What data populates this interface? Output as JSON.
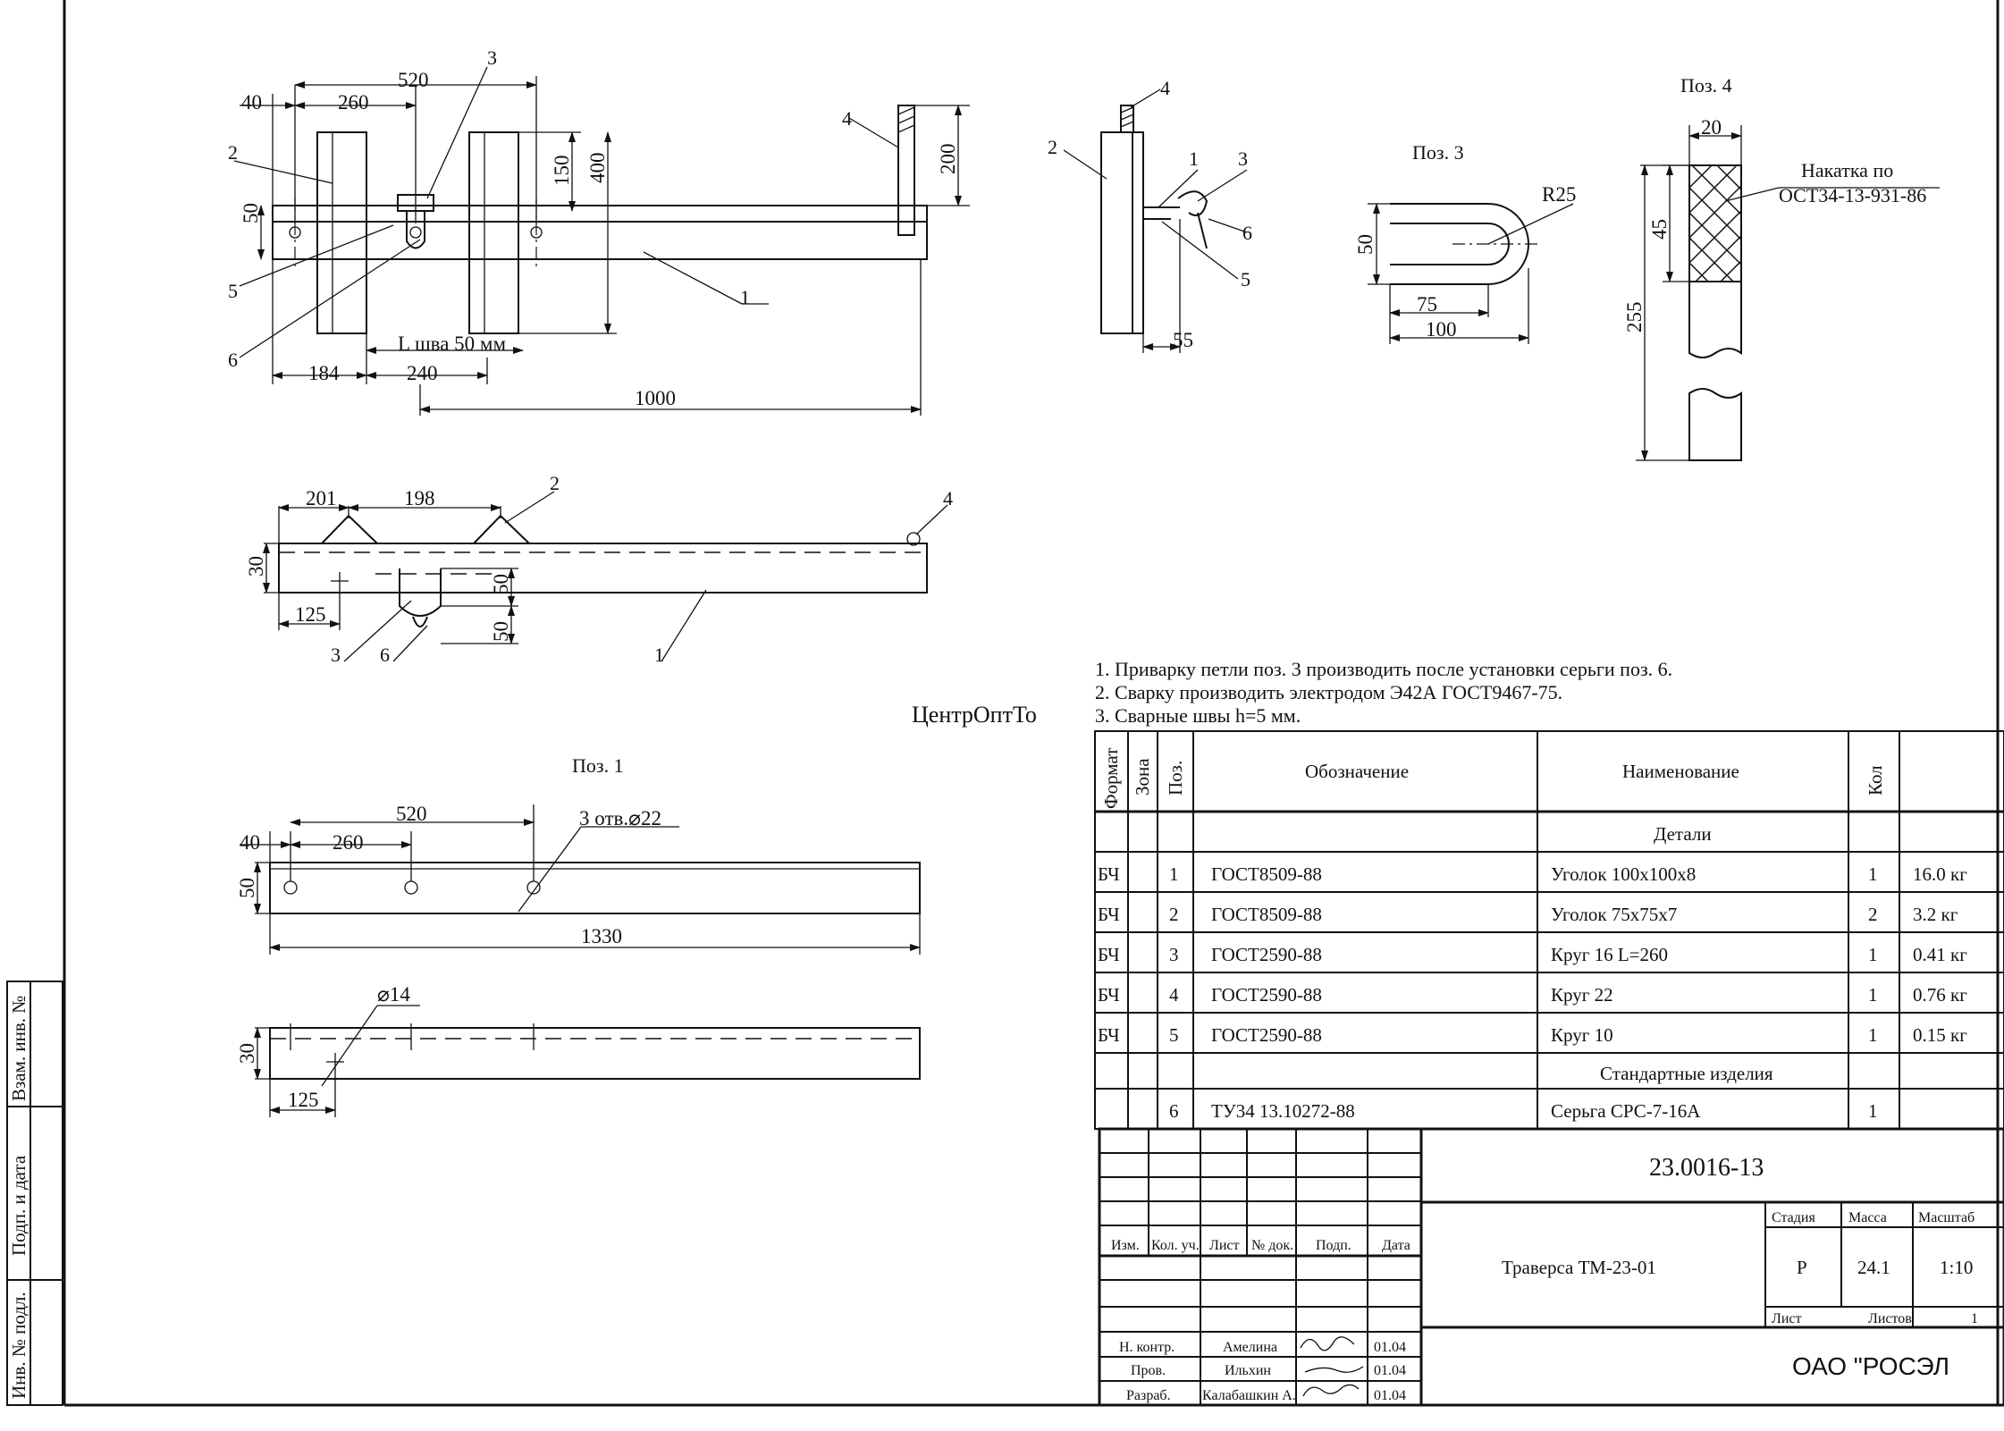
{
  "drawing": {
    "top_view": {
      "dims": {
        "d40": "40",
        "d260": "260",
        "d520": "520",
        "d50": "50",
        "d150": "150",
        "d400": "400",
        "d200": "200",
        "d184": "184",
        "d240": "240",
        "d1000": "1000",
        "weld_len": "L шва 50 мм"
      },
      "labels": {
        "p1": "1",
        "p2": "2",
        "p3": "3",
        "p4": "4",
        "p5": "5",
        "p6": "6"
      }
    },
    "side_view": {
      "labels": {
        "p1": "1",
        "p2": "2",
        "p3": "3",
        "p4": "4",
        "p5": "5",
        "p6": "6"
      },
      "dims": {
        "d55": "55"
      }
    },
    "pos3": {
      "title": "Поз. 3",
      "dims": {
        "r25": "R25",
        "d50": "50",
        "d75": "75",
        "d100": "100"
      }
    },
    "pos4": {
      "title": "Поз. 4",
      "dims": {
        "d20": "20",
        "d45": "45",
        "d255": "255"
      },
      "knurl_note_1": "Накатка по",
      "knurl_note_2": "ОСТ34-13-931-86"
    },
    "front_view": {
      "dims": {
        "d201": "201",
        "d198": "198",
        "d30": "30",
        "d125": "125",
        "d50a": "50",
        "d50b": "50"
      },
      "labels": {
        "p1": "1",
        "p2": "2",
        "p3": "3",
        "p4": "4",
        "p6": "6"
      }
    },
    "pos1": {
      "title": "Поз. 1",
      "dims": {
        "d40": "40",
        "d260": "260",
        "d520": "520",
        "d50": "50",
        "d1330": "1330",
        "holes": "3 отв.⌀22",
        "d14": "⌀14",
        "d30": "30",
        "d125": "125"
      }
    }
  },
  "notes": [
    "1. Приварку петли поз. 3 производить после установки серьги поз. 6.",
    "2. Сварку производить электродом Э42А ГОСТ9467-75.",
    "3. Сварные швы h=5 мм."
  ],
  "watermark": "ЦентрОптТо",
  "spec_table": {
    "headers": {
      "format": "Формат",
      "zone": "Зона",
      "pos": "Поз.",
      "designation": "Обозначение",
      "name": "Наименование",
      "qty": "Кол"
    },
    "section_details": "Детали",
    "section_standard": "Стандартные изделия",
    "rows": [
      {
        "format": "БЧ",
        "pos": "1",
        "designation": "ГОСТ8509-88",
        "name": "Уголок 100х100х8",
        "qty": "1",
        "note": "16.0 кг"
      },
      {
        "format": "БЧ",
        "pos": "2",
        "designation": "ГОСТ8509-88",
        "name": "Уголок 75х75х7",
        "qty": "2",
        "note": "3.2 кг"
      },
      {
        "format": "БЧ",
        "pos": "3",
        "designation": "ГОСТ2590-88",
        "name": "Круг 16 L=260",
        "qty": "1",
        "note": "0.41 кг"
      },
      {
        "format": "БЧ",
        "pos": "4",
        "designation": "ГОСТ2590-88",
        "name": "Круг 22",
        "qty": "1",
        "note": "0.76 кг"
      },
      {
        "format": "БЧ",
        "pos": "5",
        "designation": "ГОСТ2590-88",
        "name": "Круг 10",
        "qty": "1",
        "note": "0.15 кг"
      },
      {
        "format": "",
        "pos": "6",
        "designation": "ТУ34 13.10272-88",
        "name": "Серьга СРС-7-16А",
        "qty": "1",
        "note": ""
      }
    ]
  },
  "title_block": {
    "doc_number": "23.0016-13",
    "title": "Траверса ТМ-23-01",
    "stage_label": "Стадия",
    "mass_label": "Масса",
    "scale_label": "Масштаб",
    "stage": "Р",
    "mass": "24.1",
    "scale": "1:10",
    "sheet_label": "Лист",
    "sheets_label": "Листов",
    "sheets": "1",
    "company": "ОАО \"РОСЭЛ",
    "col_headers": [
      "Изм.",
      "Кол. уч.",
      "Лист",
      "№ док.",
      "Подп.",
      "Дата"
    ],
    "signatures": [
      {
        "role": "Н. контр.",
        "name": "Амелина",
        "date": "01.04"
      },
      {
        "role": "Пров.",
        "name": "Ильхин",
        "date": "01.04"
      },
      {
        "role": "Разраб.",
        "name": "Калабашкин А.",
        "date": "01.04"
      }
    ]
  },
  "side_stamp": {
    "vzam": "Взам. инв. №",
    "podp": "Подп. и дата",
    "inv": "Инв. № подл."
  }
}
